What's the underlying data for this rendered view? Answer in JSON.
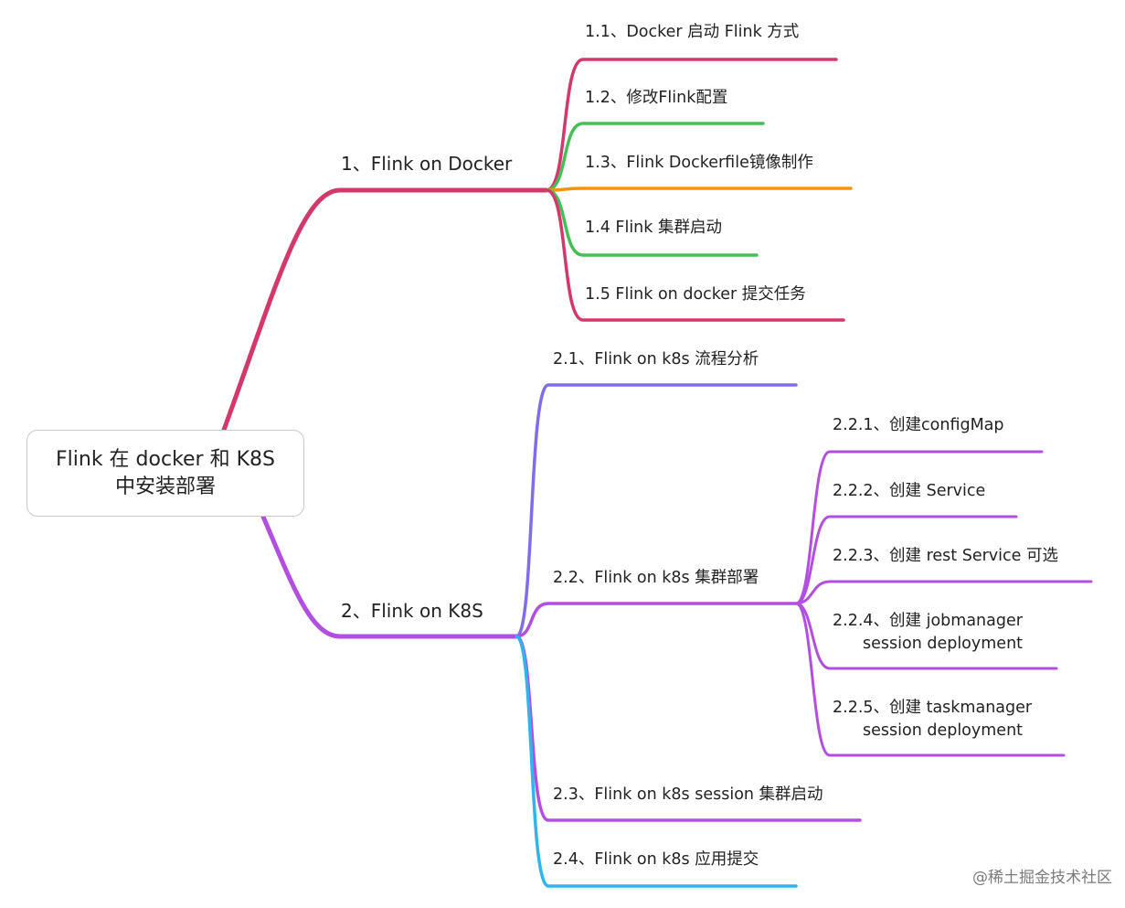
{
  "root": {
    "line1": "Flink  在 docker 和 K8S",
    "line2": "中安装部署"
  },
  "docker": {
    "label": "1、Flink on Docker",
    "color": "#d2386a",
    "children": [
      {
        "label": "1.1、Docker 启动 Flink 方式",
        "color": "#d2386a"
      },
      {
        "label": "1.2、修改Flink配置",
        "color": "#45bf55"
      },
      {
        "label": "1.3、Flink Dockerfile镜像制作",
        "color": "#f0960a"
      },
      {
        "label": "1.4 Flink 集群启动",
        "color": "#45bf55"
      },
      {
        "label": "1.5 Flink on docker 提交任务",
        "color": "#d2386a"
      }
    ]
  },
  "k8s": {
    "label": "2、Flink on K8S",
    "color": "#b24fe0",
    "children": [
      {
        "label": "2.1、Flink on k8s 流程分析",
        "color": "#7f6ee8"
      },
      {
        "label": "2.2、Flink on k8s 集群部署",
        "color": "#b24fe0",
        "children": [
          {
            "label": "2.2.1、创建configMap",
            "color": "#b24fe0"
          },
          {
            "label": "2.2.2、创建 Service",
            "color": "#b24fe0"
          },
          {
            "label": "2.2.3、创建 rest Service 可选",
            "color": "#b24fe0"
          },
          {
            "line1": "2.2.4、创建 jobmanager",
            "line2": "session deployment",
            "color": "#b24fe0"
          },
          {
            "line1": "2.2.5、创建 taskmanager",
            "line2": "session deployment",
            "color": "#b24fe0"
          }
        ]
      },
      {
        "label": "2.3、Flink on k8s session 集群启动",
        "color": "#b24fe0"
      },
      {
        "label": "2.4、Flink on k8s 应用提交",
        "color": "#2fb4ee"
      }
    ]
  },
  "watermark": "@稀土掘金技术社区"
}
